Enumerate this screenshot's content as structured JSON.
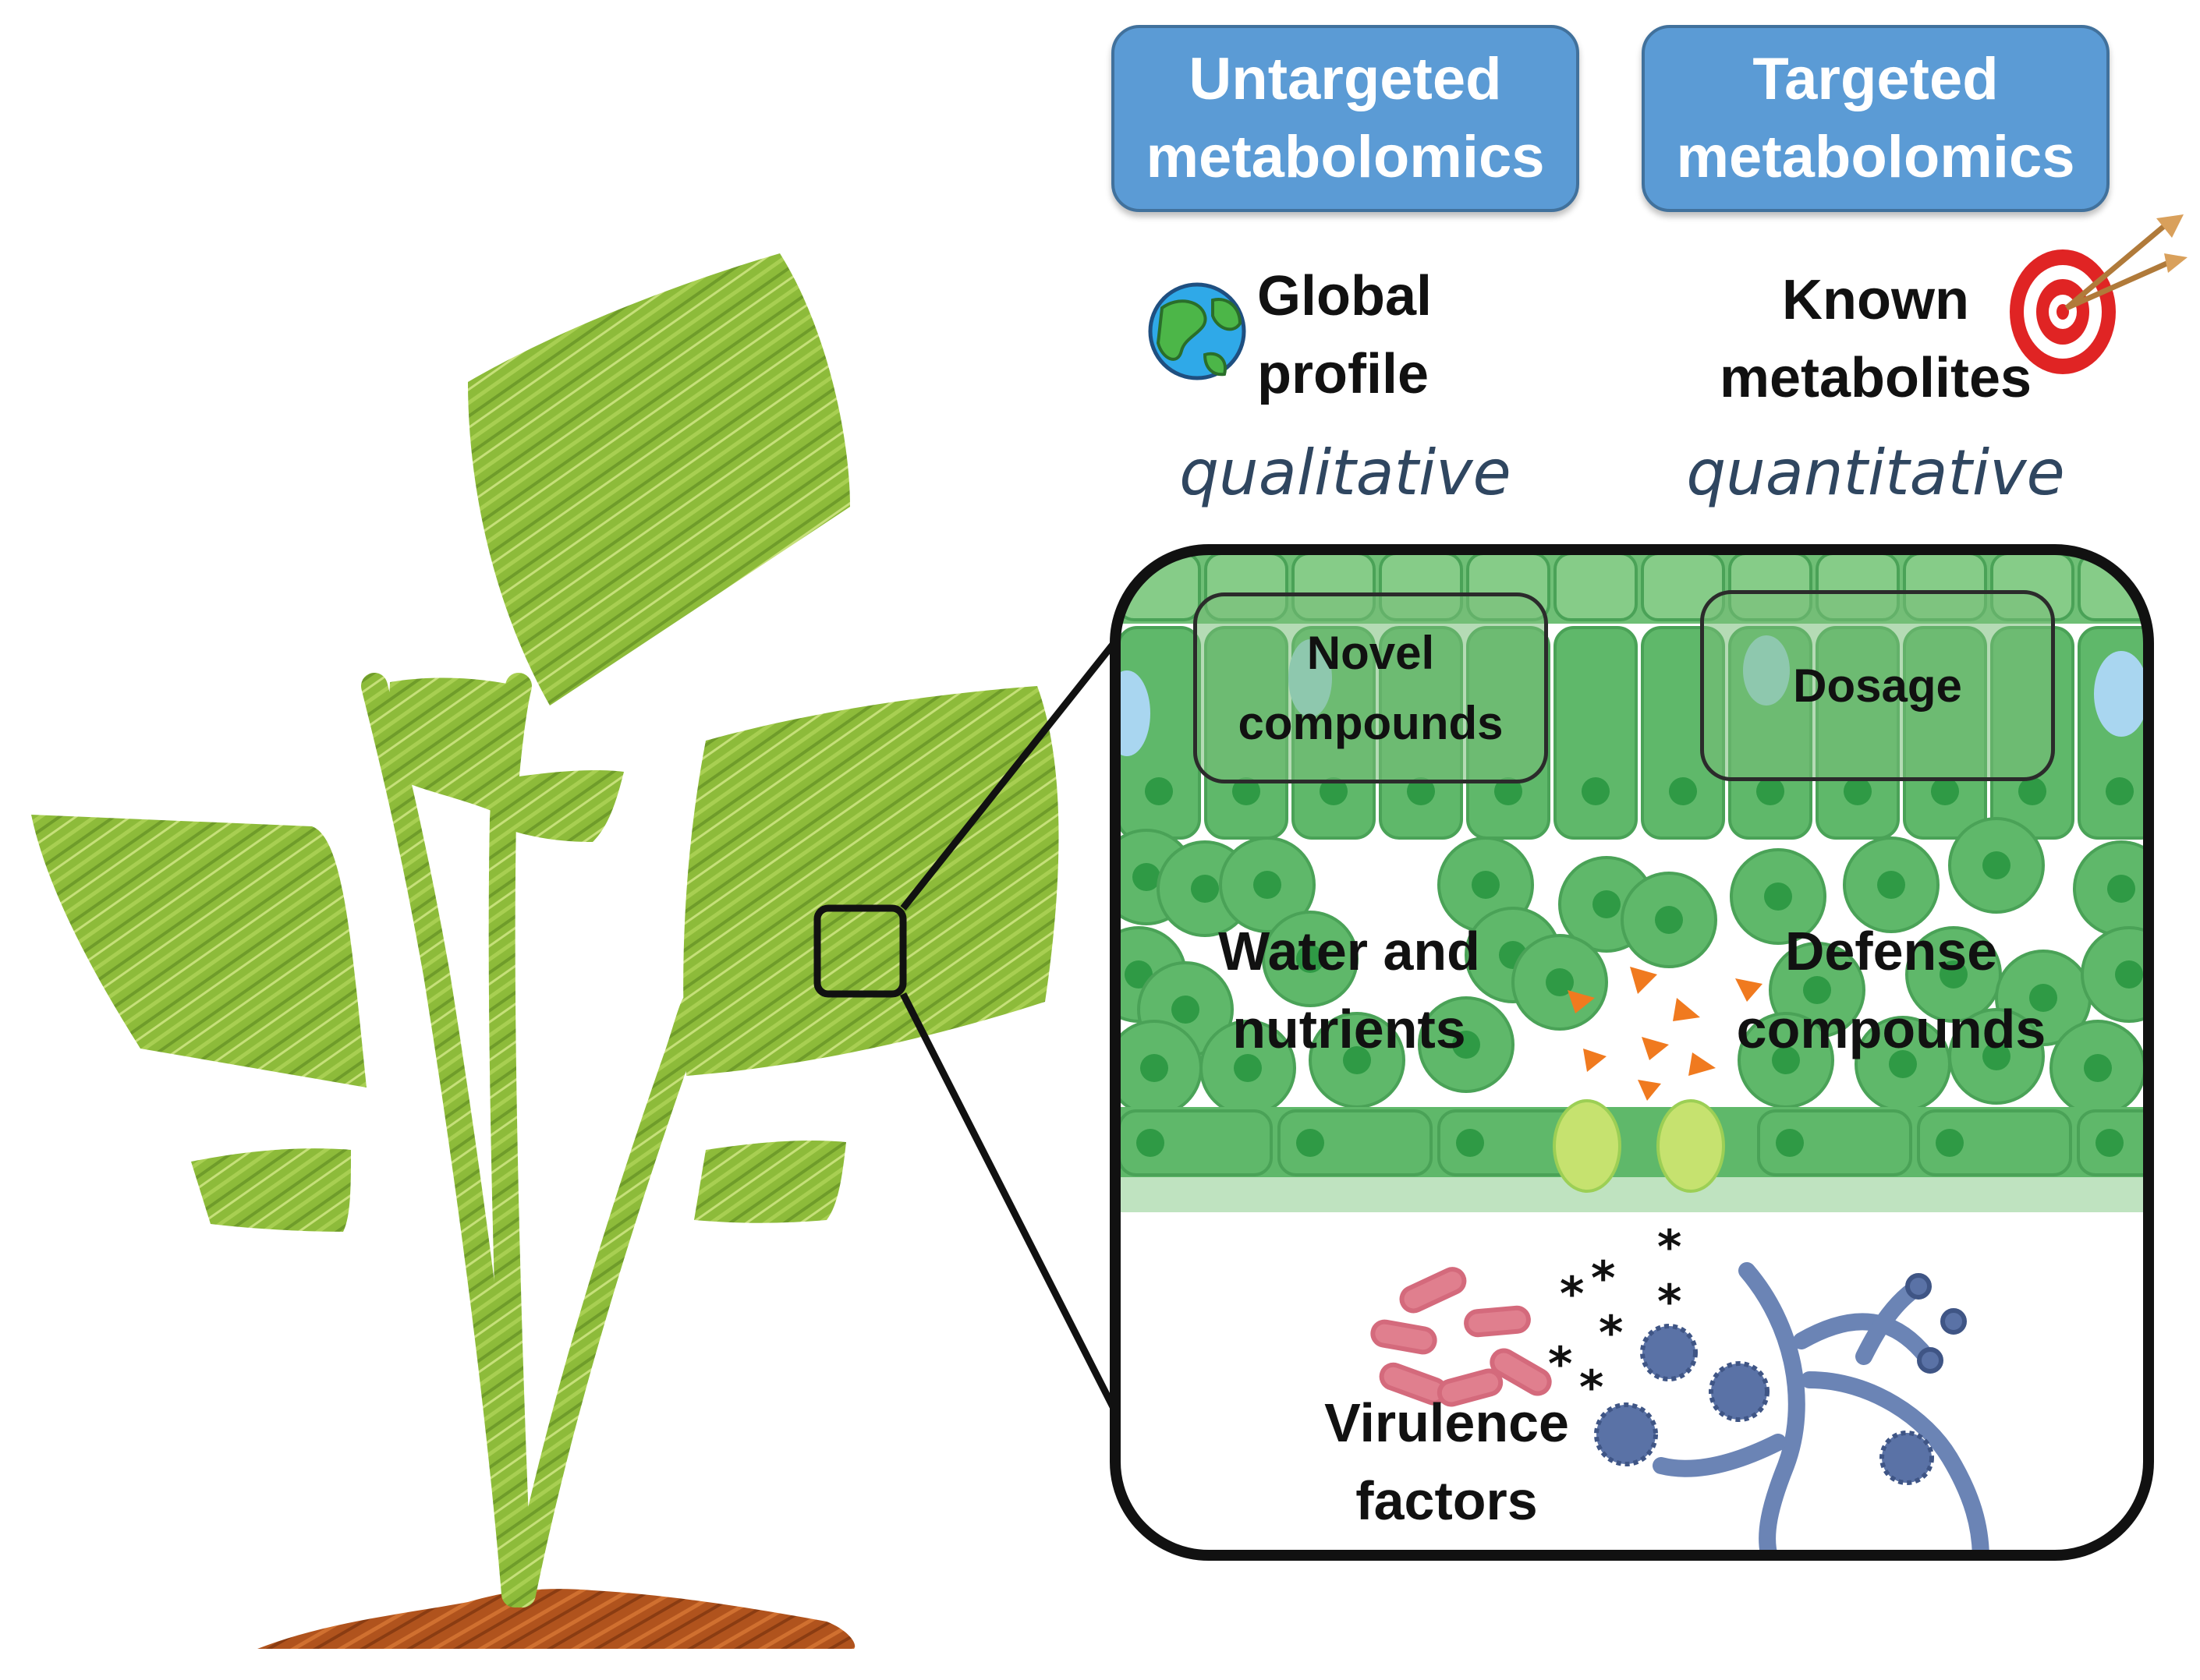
{
  "methods": {
    "untargeted": {
      "line1": "Untargeted",
      "line2": "metabolomics"
    },
    "targeted": {
      "line1": "Targeted",
      "line2": "metabolomics"
    }
  },
  "descriptors": {
    "untargeted": {
      "line1": "Global",
      "line2": "profile",
      "mode": "qualitative",
      "icon": "globe-icon"
    },
    "targeted": {
      "line1": "Known",
      "line2": "metabolites",
      "mode": "quantitative",
      "icon": "target-icon"
    }
  },
  "inset": {
    "novel": {
      "line1": "Novel",
      "line2": "compounds"
    },
    "dosage": "Dosage",
    "water": {
      "line1": "Water and",
      "line2": "nutrients"
    },
    "defense": {
      "line1": "Defense",
      "line2": "compounds"
    },
    "virulence": {
      "line1": "Virulence",
      "line2": "factors"
    }
  },
  "colors": {
    "box_fill": "#5b9bd5",
    "leaf_green": "#8dbb3a",
    "cell_green": "#5fb86a",
    "soil": "#b0531d",
    "pathogen_blue": "#6b84b5",
    "bacteria_pink": "#e07f8e",
    "signal_orange": "#f07a1f"
  }
}
